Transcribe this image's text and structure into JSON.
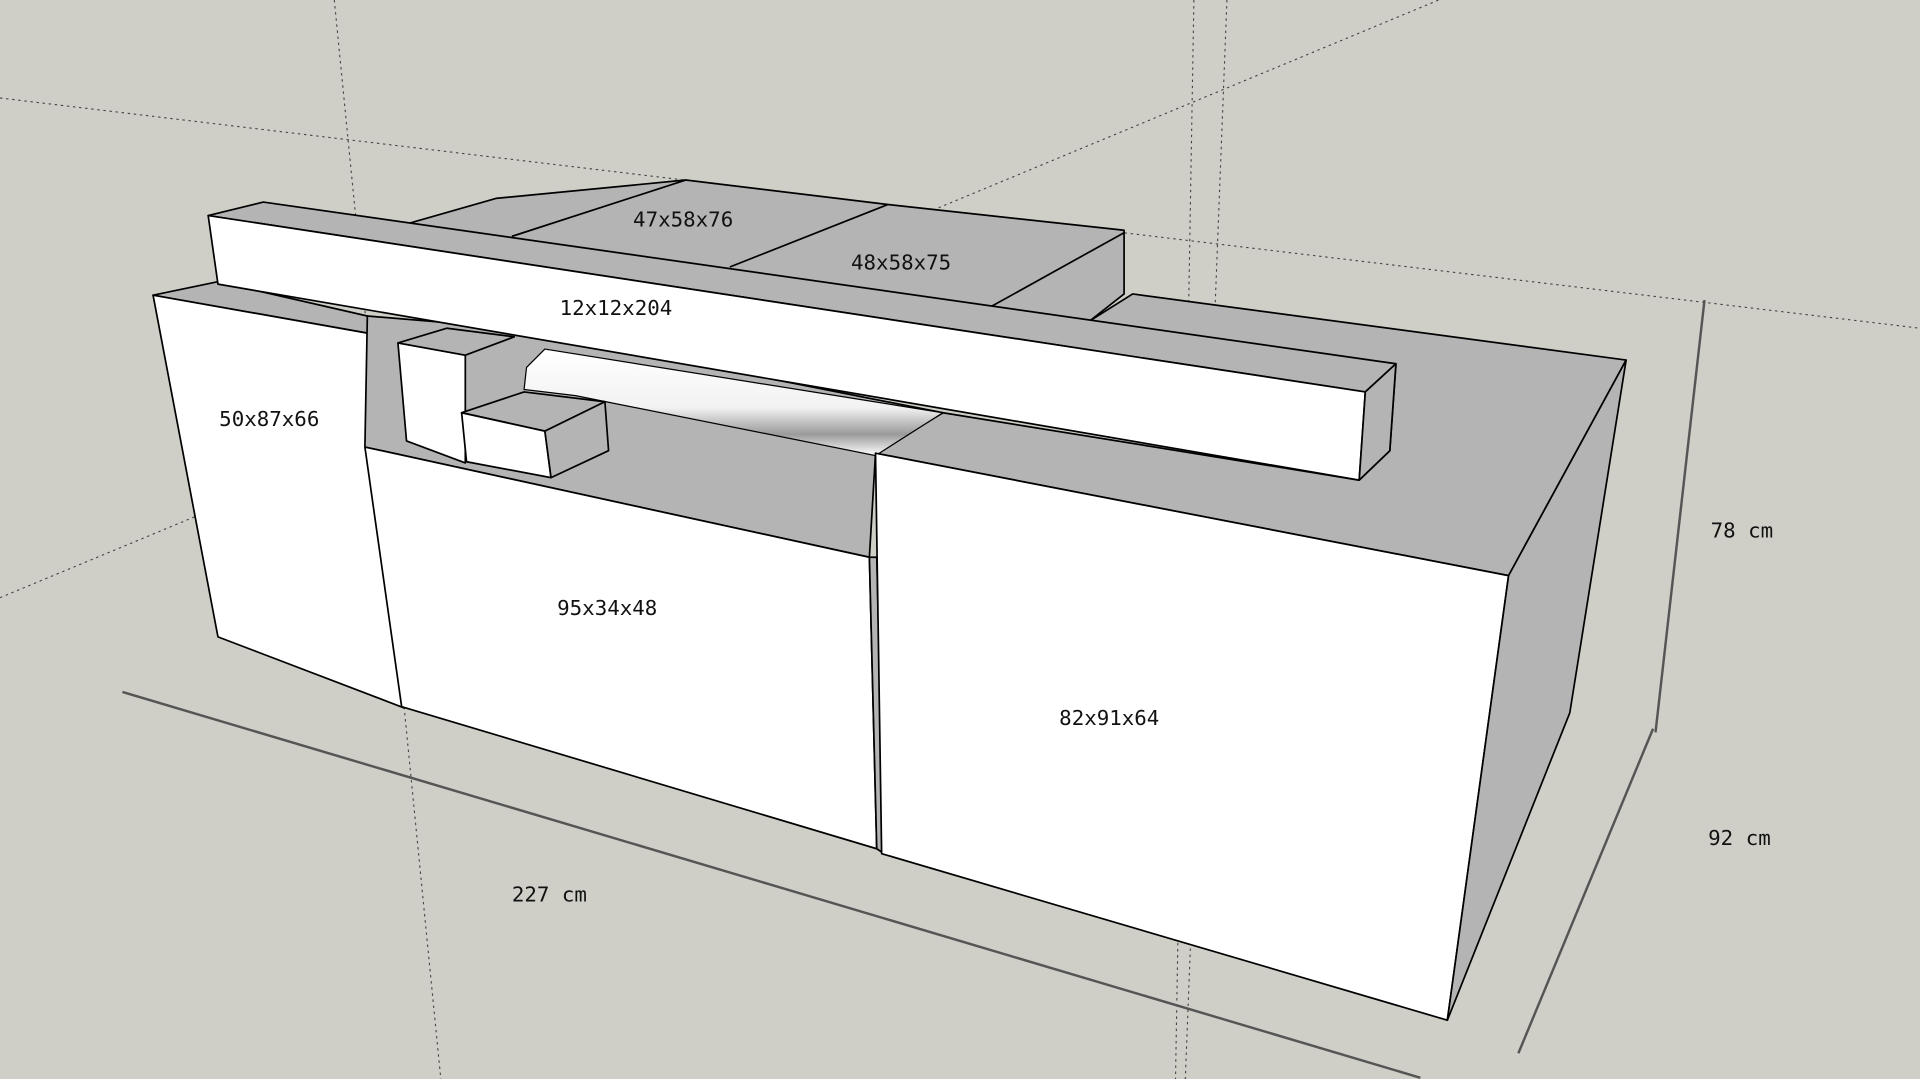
{
  "model": {
    "components": [
      {
        "id": "top-box-1",
        "label": "47x58x76"
      },
      {
        "id": "top-box-2",
        "label": "48x58x75"
      },
      {
        "id": "beam",
        "label": "12x12x204"
      },
      {
        "id": "left-box",
        "label": "50x87x66"
      },
      {
        "id": "middle-box",
        "label": "95x34x48"
      },
      {
        "id": "right-box",
        "label": "82x91x64"
      }
    ],
    "dimensions": {
      "width": "227 cm",
      "height_upper": "78 cm",
      "depth": "92 cm"
    }
  },
  "colors": {
    "background": "#cfcfc8",
    "face_light": "#ffffff",
    "face_shade": "#b4b4b4"
  }
}
